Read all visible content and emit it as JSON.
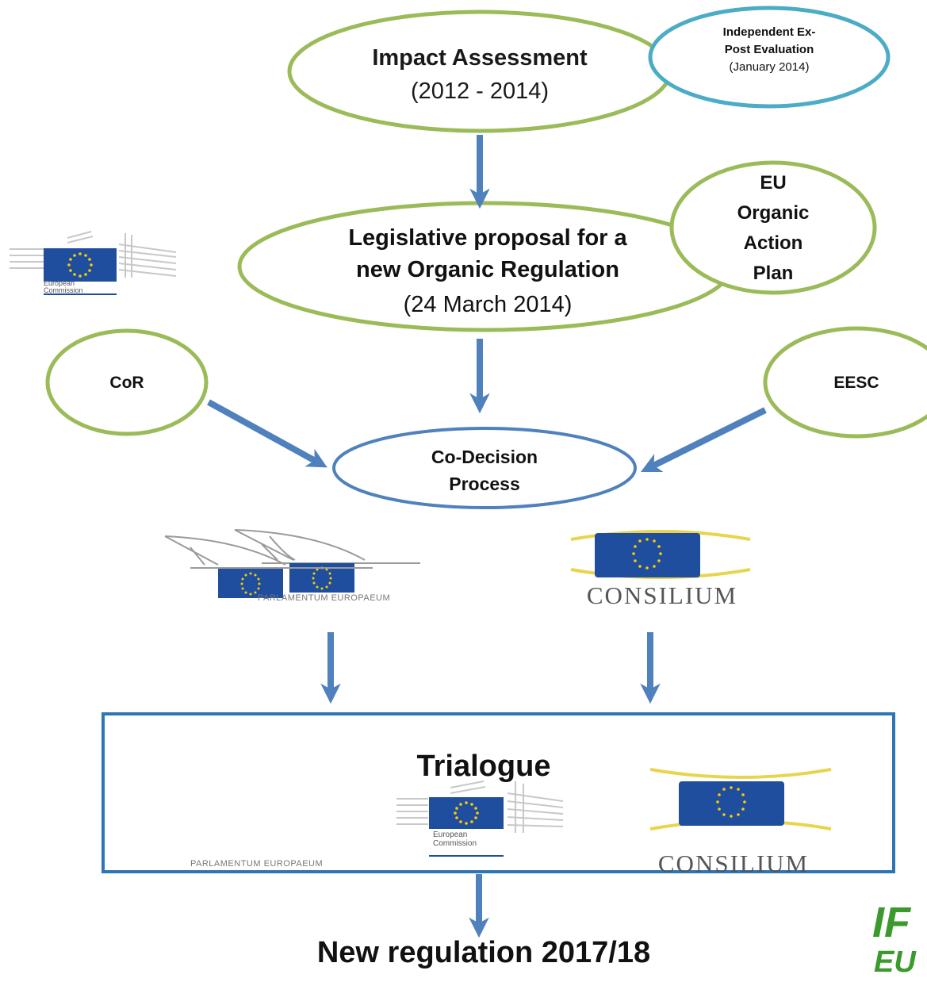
{
  "impact": {
    "title": "Impact Assessment",
    "dates": "(2012 - 2014)"
  },
  "expost": {
    "line1": "Independent Ex-",
    "line2": "Post Evaluation",
    "date": "(January 2014)"
  },
  "proposal": {
    "line1": "Legislative proposal for a",
    "line2": "new Organic Regulation",
    "date": "(24 March 2014)"
  },
  "action_plan": {
    "line1": "EU",
    "line2": "Organic",
    "line3": "Action",
    "line4": "Plan"
  },
  "cor": "CoR",
  "eesc": "EESC",
  "codecision": {
    "line1": "Co-Decision",
    "line2": "Process"
  },
  "trialogue": "Trialogue",
  "new_regulation": "New regulation 2017/18",
  "logos": {
    "commission": {
      "line1": "European",
      "line2": "Commission"
    },
    "parliament": "PARLAMENTUM EUROPAEUM",
    "consilium": "CONSILIUM",
    "ifoam": {
      "line1": "IF",
      "line2": "EU"
    }
  },
  "colors": {
    "green": "#9bbb59",
    "teal": "#4bacc6",
    "blue": "#4f81bd",
    "box": "#2e75b6",
    "eu_blue": "#1f4e9e",
    "eu_star": "#ffcc00",
    "ifoam_green": "#3a9b2c"
  }
}
